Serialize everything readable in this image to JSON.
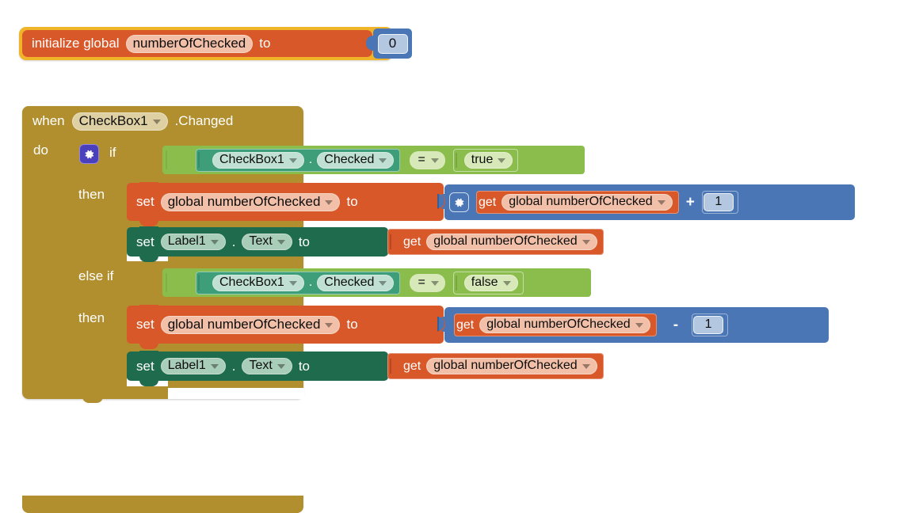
{
  "workspace": {
    "app": "MIT App Inventor Blocks Editor",
    "background_color": "#ffffff"
  },
  "colors": {
    "variable_orange": "#d8582a",
    "variable_field": "#f2c0a8",
    "init_outline_yellow": "#f0b428",
    "math_blue": "#4a76b5",
    "event_gold": "#b18e2e",
    "logic_green": "#8bbd4c",
    "component_get_green": "#3f9e7a",
    "component_set_green": "#1f6b4d",
    "mutator_purple": "#4a3fbd",
    "mutator_blue": "#4a76b5"
  },
  "blocks": {
    "init_global": {
      "keyword": "initialize global",
      "variable_name": "numberOfChecked",
      "to_label": "to",
      "value": "0"
    },
    "event": {
      "when_label": "when",
      "component": "CheckBox1",
      "event_name": ".Changed",
      "do_label": "do"
    },
    "if_control": {
      "mutator_icon": "gear-icon",
      "if_label": "if",
      "then_label_1": "then",
      "else_if_label": "else if",
      "then_label_2": "then"
    },
    "condition_1": {
      "component": "CheckBox1",
      "dot": ".",
      "property": "Checked",
      "operator": "=",
      "comparand": "true"
    },
    "condition_2": {
      "component": "CheckBox1",
      "dot": ".",
      "property": "Checked",
      "operator": "=",
      "comparand": "false"
    },
    "then_1": {
      "set_var": {
        "set_label": "set",
        "variable": "global numberOfChecked",
        "to_label": "to"
      },
      "math": {
        "mutator_icon": "gear-icon",
        "get_label": "get",
        "variable": "global numberOfChecked",
        "operator": "+",
        "operand": "1"
      },
      "set_label_text": {
        "set_label": "set",
        "component": "Label1",
        "dot": ".",
        "property": "Text",
        "to_label": "to",
        "get_label": "get",
        "variable": "global numberOfChecked"
      }
    },
    "then_2": {
      "set_var": {
        "set_label": "set",
        "variable": "global numberOfChecked",
        "to_label": "to"
      },
      "math": {
        "get_label": "get",
        "variable": "global numberOfChecked",
        "operator": "-",
        "operand": "1"
      },
      "set_label_text": {
        "set_label": "set",
        "component": "Label1",
        "dot": ".",
        "property": "Text",
        "to_label": "to",
        "get_label": "get",
        "variable": "global numberOfChecked"
      }
    }
  }
}
